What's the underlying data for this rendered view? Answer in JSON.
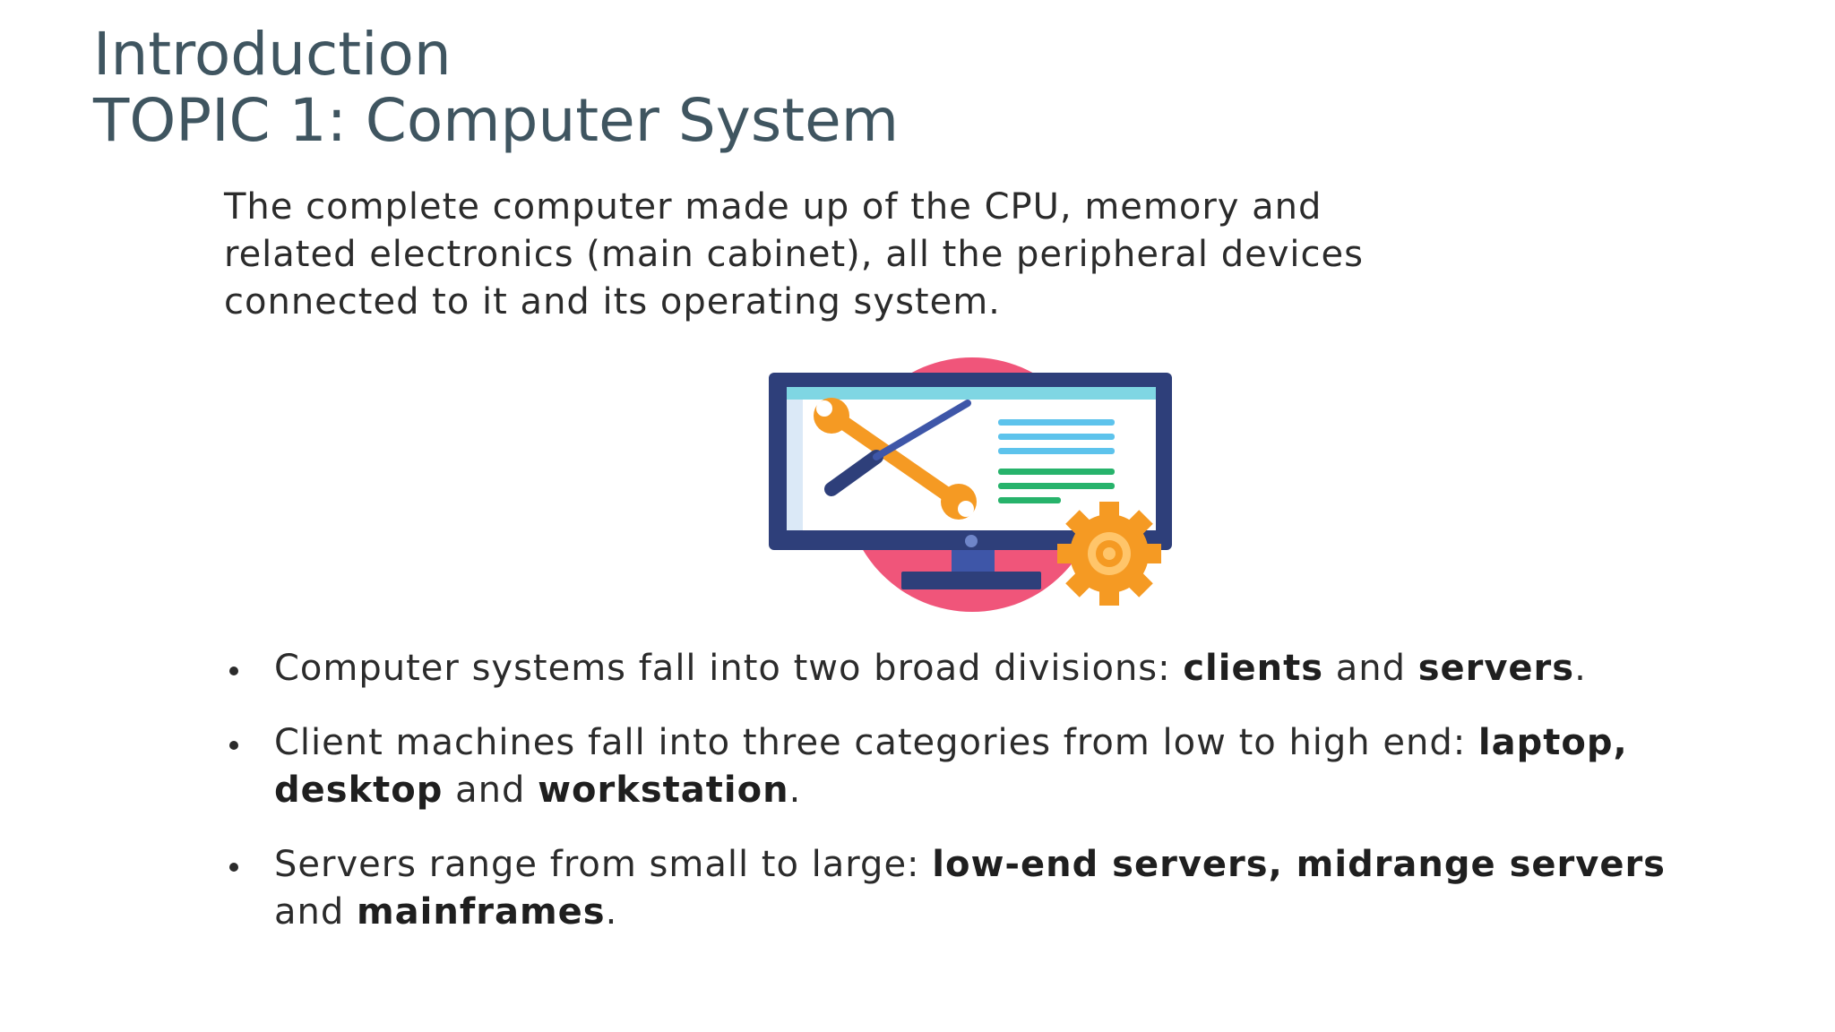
{
  "title": {
    "line1": "Introduction",
    "line2": "TOPIC 1: Computer System"
  },
  "intro": {
    "line1": "The complete computer made up of the CPU, memory and",
    "line2": "related electronics (main cabinet), all the peripheral devices",
    "line3": "connected to it and its operating system."
  },
  "illustration": {
    "icon": "computer-maintenance-icon",
    "colors": {
      "circle": "#f0557a",
      "monitor": "#2e3f7a",
      "screen": "#ffffff",
      "screen_bar": "#7fd6e3",
      "wrench": "#f59a23",
      "lines_blue": "#5dc3ec",
      "lines_green": "#27b36b",
      "gear": "#f59a23"
    }
  },
  "bullets": [
    {
      "p1": "Computer systems fall into two broad divisions: ",
      "b1": "clients",
      "p2": " and ",
      "b2": "servers",
      "p3": "."
    },
    {
      "p1": "Client machines fall into three categories from low to high end: ",
      "b1": "laptop, desktop",
      "p2": " and ",
      "b2": "workstation",
      "p3": "."
    },
    {
      "p1": "Servers range from small to large: ",
      "b1": "low-end servers, midrange servers",
      "p2": " and ",
      "b2": "mainframes",
      "p3": "."
    }
  ]
}
